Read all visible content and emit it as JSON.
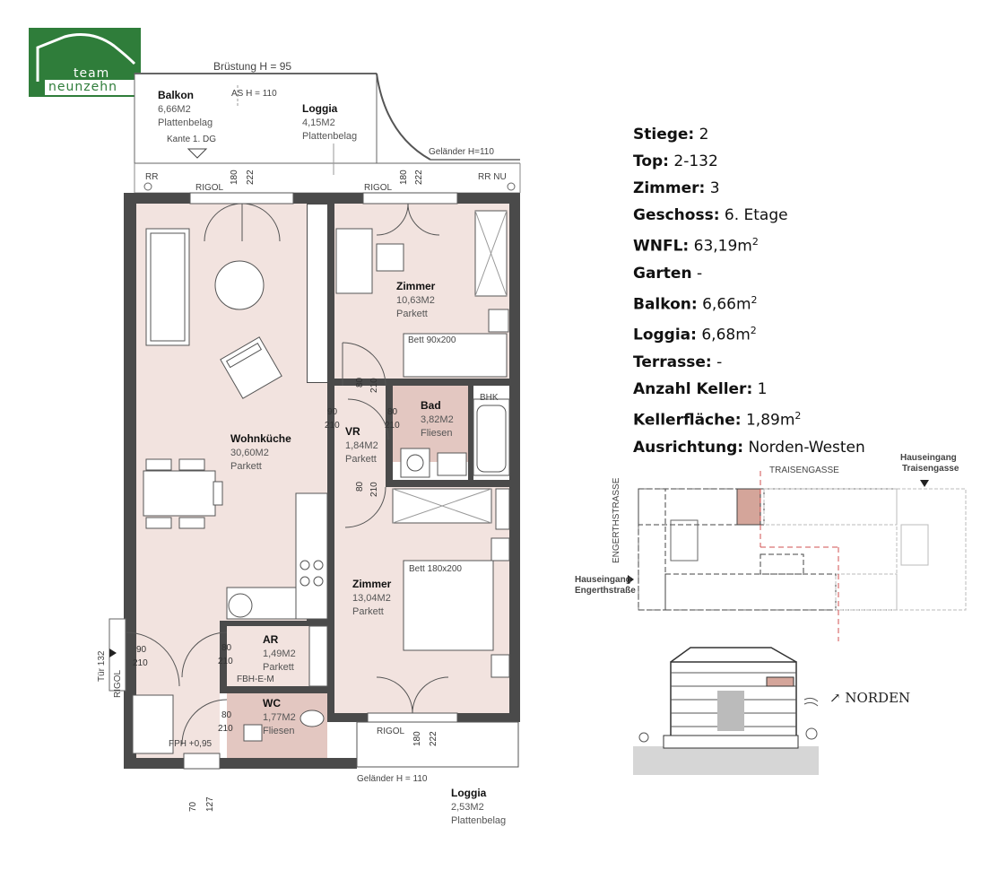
{
  "brand": {
    "line1": "team",
    "line2": "neunzehn"
  },
  "plan": {
    "labels": {
      "brustung": "Brüstung H = 95",
      "as_h": "AS H = 110",
      "gelaender_top": "Geländer H=110",
      "gelaender_bottom": "Geländer H = 110",
      "kante": "Kante 1. DG",
      "rr_left": "RR",
      "rr_right": "RR NU",
      "rigol": "RIGOL",
      "rigol_side": "RIGOL",
      "tur": "Tür 132",
      "fph": "FPH +0,95",
      "fbh": "FBH-E-M",
      "bhk": "BHK",
      "bett_small": "Bett 90x200",
      "bett_large": "Bett 180x200",
      "dim_70": "70",
      "dim_127": "127"
    },
    "dims": {
      "d180": "180",
      "d222": "222",
      "d80": "80",
      "d90": "90",
      "d210": "210"
    },
    "rooms": {
      "balkon": {
        "name": "Balkon",
        "area": "6,66M2",
        "floor": "Plattenbelag"
      },
      "loggia_top": {
        "name": "Loggia",
        "area": "4,15M2",
        "floor": "Plattenbelag"
      },
      "wohnkueche": {
        "name": "Wohnküche",
        "area": "30,60M2",
        "floor": "Parkett"
      },
      "zimmer1": {
        "name": "Zimmer",
        "area": "10,63M2",
        "floor": "Parkett"
      },
      "vr": {
        "name": "VR",
        "area": "1,84M2",
        "floor": "Parkett"
      },
      "bad": {
        "name": "Bad",
        "area": "3,82M2",
        "floor": "Fliesen"
      },
      "zimmer2": {
        "name": "Zimmer",
        "area": "13,04M2",
        "floor": "Parkett"
      },
      "ar": {
        "name": "AR",
        "area": "1,49M2",
        "floor": "Parkett"
      },
      "wc": {
        "name": "WC",
        "area": "1,77M2",
        "floor": "Fliesen"
      },
      "loggia_bottom": {
        "name": "Loggia",
        "area": "2,53M2",
        "floor": "Plattenbelag"
      }
    }
  },
  "info": [
    {
      "label": "Stiege:",
      "value": "2"
    },
    {
      "label": "Top:",
      "value": "2-132"
    },
    {
      "label": "Zimmer:",
      "value": "3"
    },
    {
      "label": "Geschoss:",
      "value": "6. Etage"
    },
    {
      "label": "WNFL:",
      "value": "63,19m",
      "sup": "2"
    },
    {
      "label": "Garten",
      "value": "-"
    },
    {
      "label": "Balkon:",
      "value": "6,66m",
      "sup": "2"
    },
    {
      "label": "Loggia:",
      "value": "6,68m",
      "sup": "2"
    },
    {
      "label": "Terrasse:",
      "value": "-"
    },
    {
      "label": "Anzahl Keller:",
      "value": "1"
    },
    {
      "label": "Kellerfläche:",
      "value": "1,89m",
      "sup": "2"
    },
    {
      "label": "Ausrichtung:",
      "value": "Norden-Westen"
    }
  ],
  "site": {
    "traisengasse": "TRAISENGASSE",
    "engerthstrasse": "ENGERTHSTRASSE",
    "entrance_traisen_1": "Hauseingang",
    "entrance_traisen_2": "Traisengasse",
    "entrance_engerth_1": "Hauseingang",
    "entrance_engerth_2": "Engerthstraße",
    "north": "↗ NORDEN"
  },
  "colors": {
    "wall": "#4a4a4a",
    "room_fill": "#f2e3df",
    "wet_fill": "#e3c7c1",
    "highlight": "#d4a59a",
    "brand_green": "#2f7d3a"
  }
}
